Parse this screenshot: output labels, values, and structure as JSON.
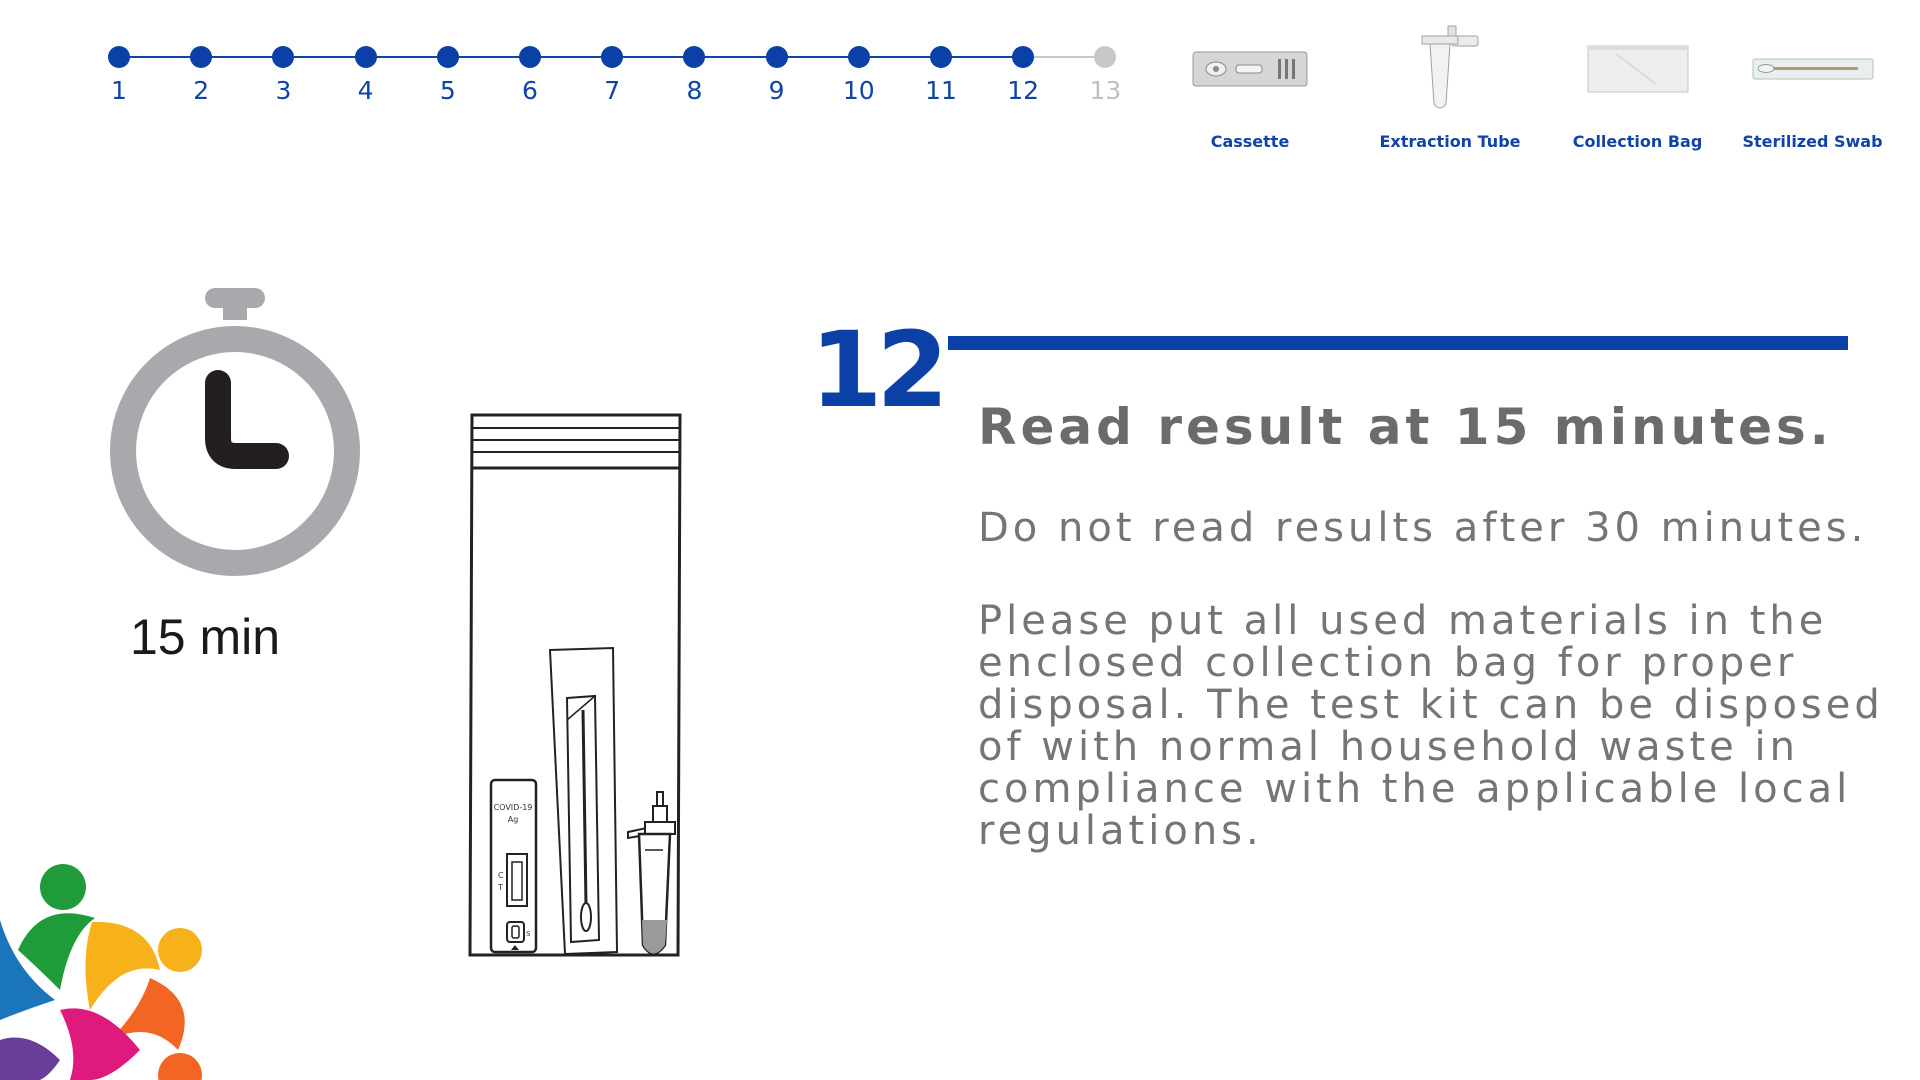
{
  "progress": {
    "steps": [
      "1",
      "2",
      "3",
      "4",
      "5",
      "6",
      "7",
      "8",
      "9",
      "10",
      "11",
      "12",
      "13"
    ],
    "current_step": 12,
    "active_color": "#0b40a6",
    "inactive_color": "#c8c8c8"
  },
  "kit": {
    "items": [
      {
        "label": "Cassette",
        "icon": "cassette-icon"
      },
      {
        "label": "Extraction Tube",
        "icon": "extraction-tube-icon"
      },
      {
        "label": "Collection Bag",
        "icon": "collection-bag-icon"
      },
      {
        "label": "Sterilized Swab",
        "icon": "sterilized-swab-icon"
      }
    ]
  },
  "timer": {
    "label": "15 min",
    "icon": "stopwatch-icon"
  },
  "illustration": {
    "cassette_text_line1": "COVID-19",
    "cassette_text_line2": "Ag",
    "cassette_mark_c": "C",
    "cassette_mark_t": "T",
    "cassette_mark_s": "S"
  },
  "instruction": {
    "step_number": "12",
    "title": "Read result at 15 minutes.",
    "warning": "Do not read results after 30 minutes.",
    "body": "Please put all used materials in the enclosed collection bag for proper disposal. The test kit can be disposed of with normal household waste in compliance with the applicable local regulations."
  },
  "colors": {
    "brand_blue": "#0b40a6",
    "text_grey": "#757575",
    "timer_grey": "#a7a9ac"
  }
}
